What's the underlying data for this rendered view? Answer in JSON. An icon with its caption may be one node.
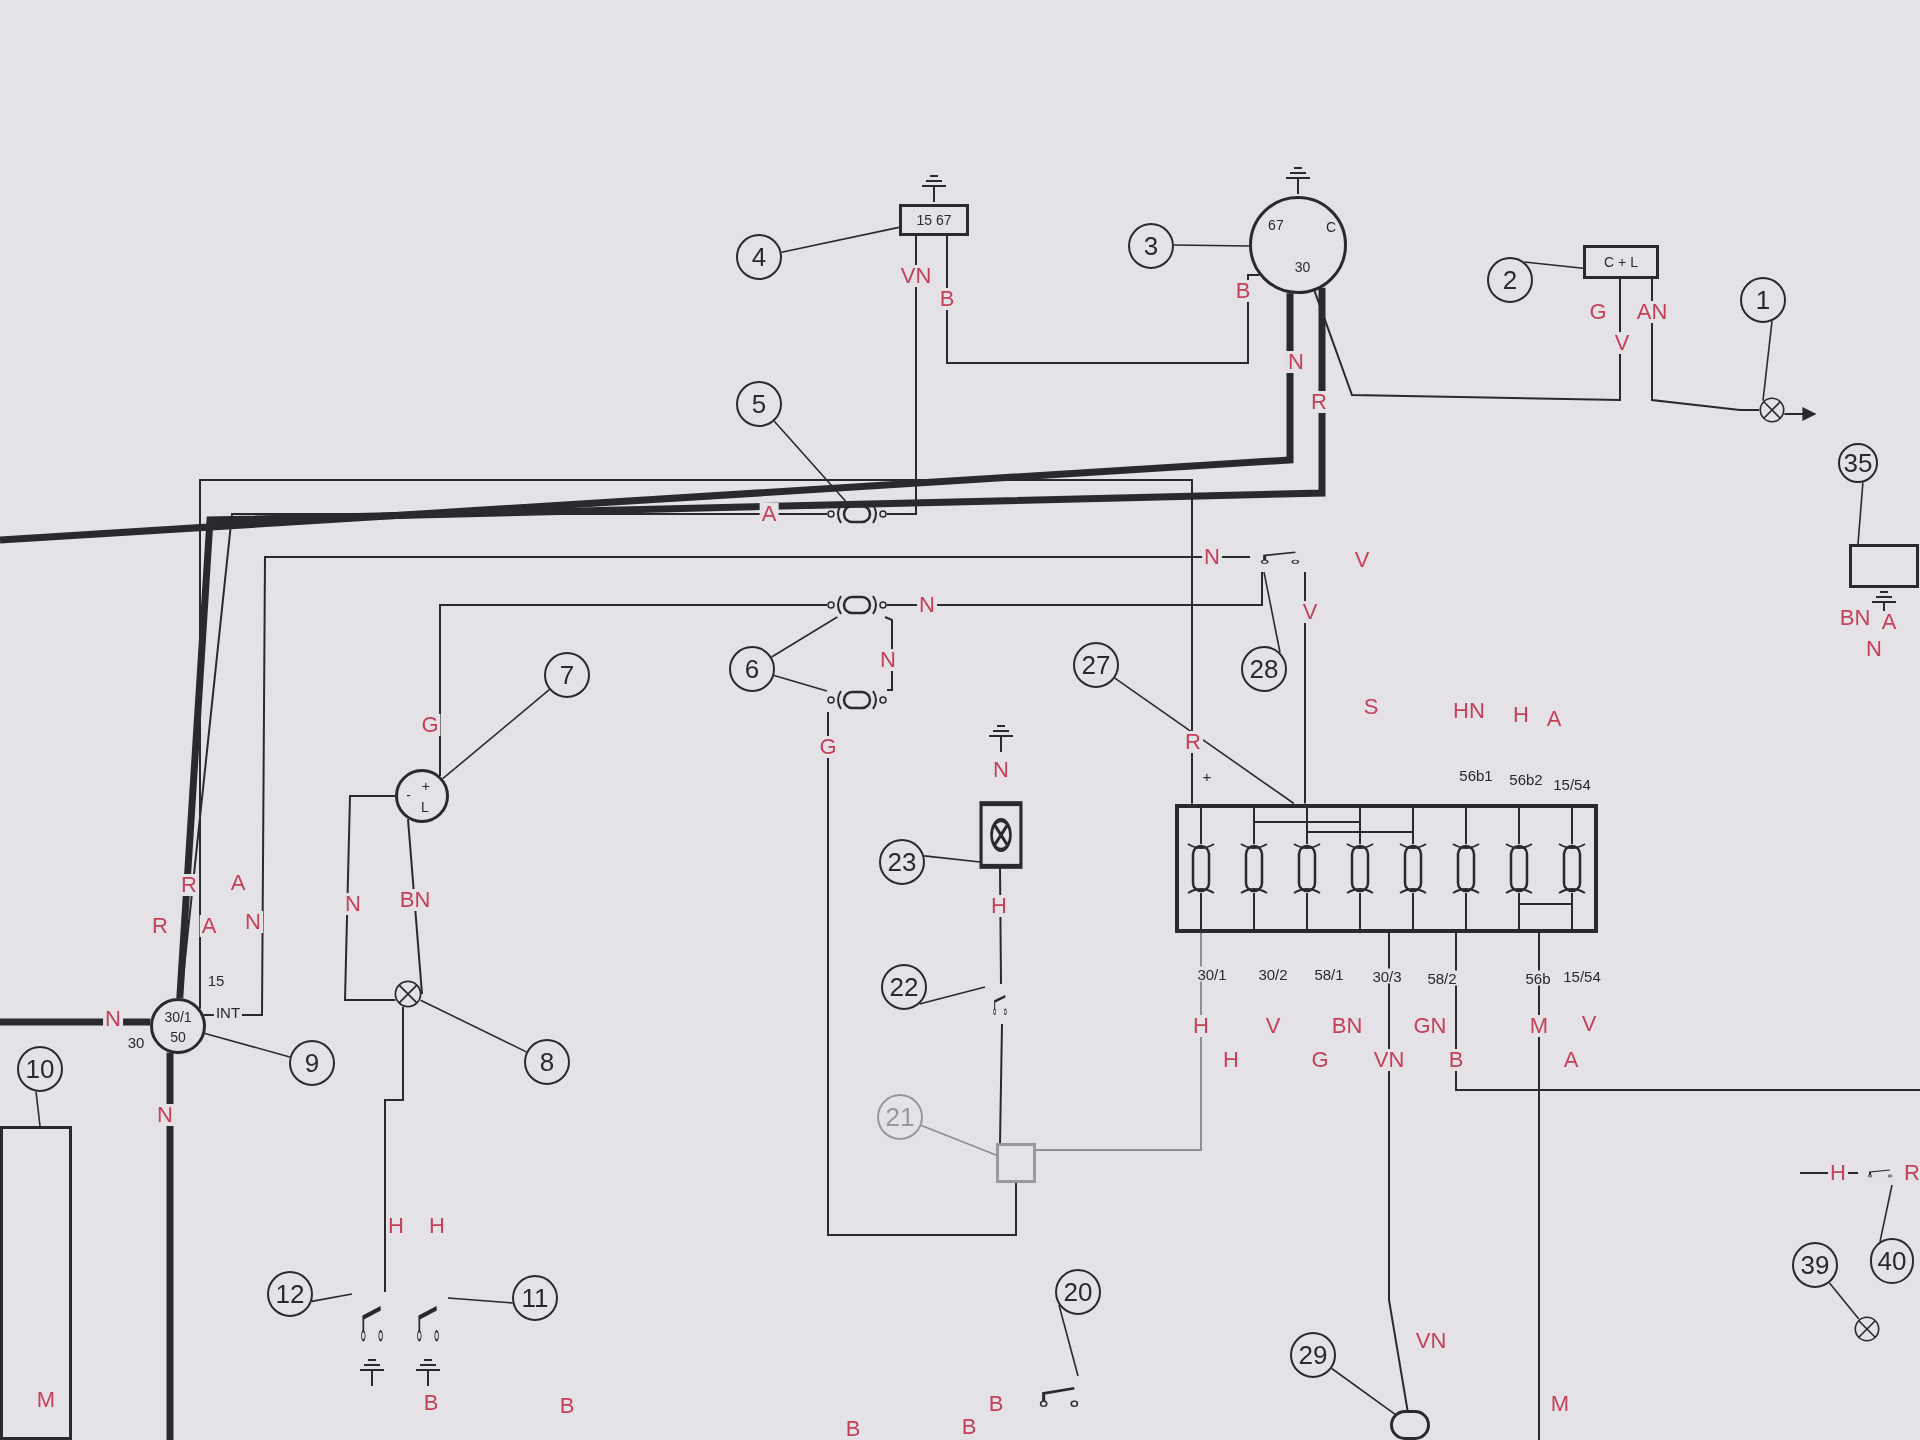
{
  "diagram": {
    "nodes": [
      {
        "text": [
          "4"
        ]
      },
      {
        "text": [
          "15 67"
        ]
      },
      {
        "text": [
          "3"
        ]
      },
      {
        "text": [
          "67",
          "C",
          "30"
        ]
      },
      {
        "text": [
          "2"
        ]
      },
      {
        "text": [
          "C + L"
        ]
      },
      {
        "text": [
          "1"
        ]
      },
      {
        "text": [],
        "shape": "lamp"
      },
      {
        "text": [
          "5"
        ]
      },
      {
        "text": [],
        "shape": "connector"
      },
      {
        "text": [
          "6"
        ]
      },
      {
        "text": [],
        "shape": "connector"
      },
      {
        "text": [],
        "shape": "connector"
      },
      {
        "text": [
          "7"
        ]
      },
      {
        "text": [
          "+",
          "-",
          "L"
        ]
      },
      {
        "text": [
          "8"
        ]
      },
      {
        "text": [],
        "shape": "lamp"
      },
      {
        "text": [
          "9"
        ]
      },
      {
        "text": [
          "30/1",
          "50"
        ],
        "beside": [
          "15",
          "INT",
          "30"
        ]
      },
      {
        "text": [
          "10"
        ]
      },
      {
        "text": [],
        "shape": "box"
      },
      {
        "text": [
          "12"
        ]
      },
      {
        "text": [],
        "shape": "switch"
      },
      {
        "text": [
          "11"
        ]
      },
      {
        "text": [],
        "shape": "switch"
      },
      {
        "text": [
          "28"
        ]
      },
      {
        "text": [],
        "shape": "switch"
      },
      {
        "text": [
          "27"
        ]
      },
      {
        "text": [],
        "shape": "box"
      },
      {
        "text": [
          "23"
        ]
      },
      {
        "text": [],
        "shape": "lamp"
      },
      {
        "text": [
          "22"
        ]
      },
      {
        "text": [],
        "shape": "switch"
      },
      {
        "text": [
          "21"
        ]
      },
      {
        "text": [],
        "shape": "box"
      },
      {
        "text": [
          "20"
        ]
      },
      {
        "text": [],
        "shape": "switch"
      },
      {
        "text": [
          "29"
        ]
      },
      {
        "text": [],
        "shape": "circle"
      },
      {
        "text": [
          "35"
        ]
      },
      {
        "text": [],
        "shape": "box"
      },
      {
        "text": [
          "39"
        ]
      },
      {
        "text": [],
        "shape": "lamp"
      },
      {
        "text": [
          "40"
        ]
      },
      {
        "text": [],
        "shape": "switch"
      }
    ],
    "edges": [
      {
        "from": 0,
        "to": 1,
        "arrow": "none"
      },
      {
        "from": 2,
        "to": 3,
        "arrow": "none"
      },
      {
        "from": 4,
        "to": 5,
        "arrow": "none"
      },
      {
        "from": 6,
        "to": 7,
        "arrow": "none"
      },
      {
        "from": 8,
        "to": 9,
        "arrow": "none"
      },
      {
        "from": 10,
        "to": 11,
        "arrow": "none"
      },
      {
        "from": 10,
        "to": 12,
        "arrow": "none"
      },
      {
        "from": 13,
        "to": 14,
        "arrow": "none"
      },
      {
        "from": 15,
        "to": 16,
        "arrow": "none"
      },
      {
        "from": 17,
        "to": 18,
        "arrow": "none"
      },
      {
        "from": 19,
        "to": 20,
        "arrow": "none"
      },
      {
        "from": 21,
        "to": 22,
        "arrow": "none"
      },
      {
        "from": 23,
        "to": 24,
        "arrow": "none"
      },
      {
        "from": 25,
        "to": 26,
        "arrow": "none"
      },
      {
        "from": 27,
        "to": 28,
        "arrow": "none"
      },
      {
        "from": 29,
        "to": 30,
        "arrow": "none"
      },
      {
        "from": 31,
        "to": 32,
        "arrow": "none"
      },
      {
        "from": 33,
        "to": 34,
        "arrow": "none"
      },
      {
        "from": 35,
        "to": 36,
        "arrow": "none"
      },
      {
        "from": 37,
        "to": 38,
        "arrow": "none"
      },
      {
        "from": 39,
        "to": 40,
        "arrow": "none"
      },
      {
        "from": 41,
        "to": 42,
        "arrow": "none"
      },
      {
        "from": 43,
        "to": 44,
        "arrow": "none"
      },
      {
        "from": 1,
        "to": 3,
        "arrow": "none"
      },
      {
        "from": 1,
        "to": 9,
        "arrow": "none"
      },
      {
        "from": 3,
        "to": 5,
        "arrow": "none"
      },
      {
        "from": 5,
        "to": 7,
        "arrow": "none"
      },
      {
        "from": 7,
        "to": null,
        "arrow": "to"
      },
      {
        "from": 3,
        "to": null,
        "arrow": "none",
        "style": "thick"
      },
      {
        "from": 3,
        "to": 18,
        "arrow": "none",
        "style": "thick"
      },
      {
        "from": 9,
        "to": 18,
        "arrow": "none"
      },
      {
        "from": 18,
        "to": 28,
        "arrow": "none"
      },
      {
        "from": 18,
        "to": 26,
        "arrow": "none"
      },
      {
        "from": 11,
        "to": 26,
        "arrow": "none"
      },
      {
        "from": 11,
        "to": 12,
        "arrow": "none"
      },
      {
        "from": 11,
        "to": 14,
        "arrow": "none"
      },
      {
        "from": 12,
        "to": 34,
        "arrow": "none"
      },
      {
        "from": 26,
        "to": 28,
        "arrow": "none"
      },
      {
        "from": 14,
        "to": 16,
        "arrow": "none"
      },
      {
        "from": 14,
        "to": 16,
        "arrow": "none"
      },
      {
        "from": 16,
        "to": 22,
        "arrow": "none"
      },
      {
        "from": 30,
        "to": 32,
        "arrow": "none"
      },
      {
        "from": 32,
        "to": 34,
        "arrow": "none"
      },
      {
        "from": 34,
        "to": 28,
        "arrow": "none"
      },
      {
        "from": 28,
        "to": null,
        "arrow": "none"
      },
      {
        "from": 28,
        "to": null,
        "arrow": "none"
      },
      {
        "from": 28,
        "to": 38,
        "arrow": "none"
      },
      {
        "from": 44,
        "to": null,
        "arrow": "none"
      },
      {
        "from": 18,
        "to": null,
        "arrow": "none",
        "style": "thick"
      },
      {
        "from": 18,
        "to": null,
        "arrow": "none",
        "style": "thick"
      }
    ],
    "labels": [
      "VN",
      "B",
      "B",
      "G",
      "AN",
      "V",
      "N",
      "R",
      "A",
      "N",
      "V",
      "N",
      "V",
      "BN",
      "A",
      "N",
      "N",
      "S",
      "HN",
      "H",
      "A",
      "G",
      "G",
      "R",
      "N",
      "+",
      "56b1",
      "56b2",
      "15/54",
      "R",
      "A",
      "N",
      "BN",
      "H",
      "R",
      "A",
      "N",
      "30/1",
      "30/2",
      "58/1",
      "30/3",
      "58/2",
      "56b",
      "15/54",
      "N",
      "H",
      "V",
      "BN",
      "GN",
      "M",
      "V",
      "H",
      "G",
      "VN",
      "B",
      "A",
      "N",
      "H",
      "R",
      "H",
      "H",
      "VN",
      "M",
      "B",
      "B",
      "B",
      "M",
      "B",
      "B"
    ]
  }
}
